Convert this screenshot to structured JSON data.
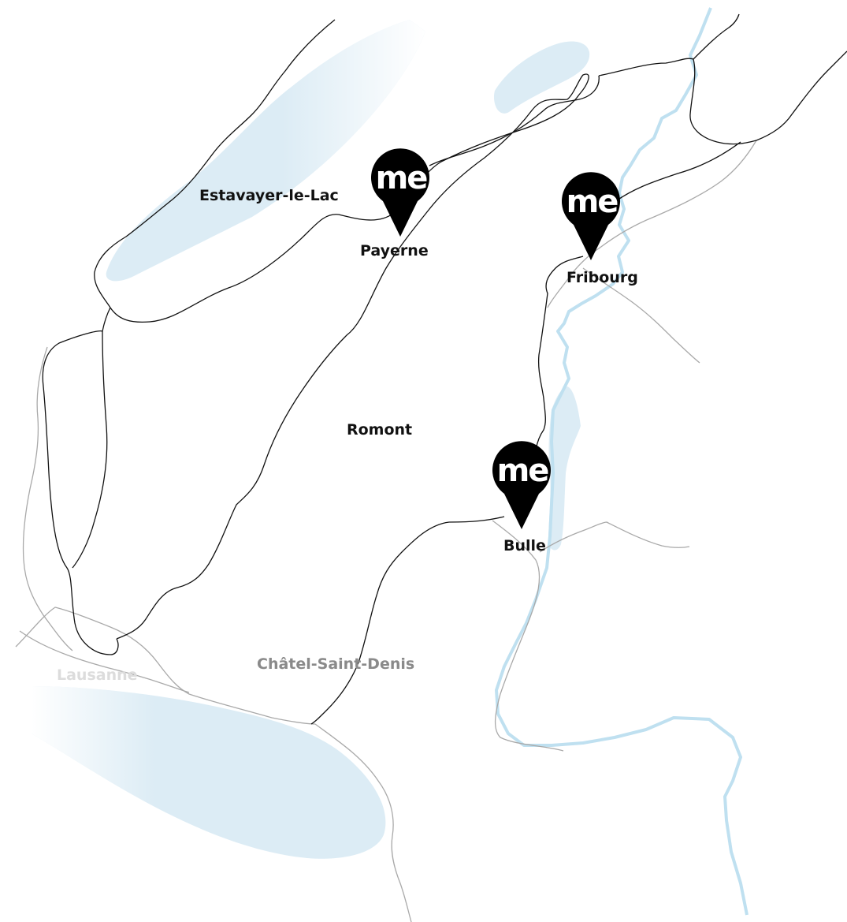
{
  "cities": {
    "estavayer": "Estavayer-le-Lac",
    "payerne": "Payerne",
    "fribourg": "Fribourg",
    "romont": "Romont",
    "bulle": "Bulle",
    "chatel": "Châtel-Saint-Denis",
    "lausanne": "Lausanne"
  },
  "markers": {
    "label": "me",
    "locations": [
      "Payerne",
      "Fribourg",
      "Bulle"
    ]
  },
  "colors": {
    "road": "#111111",
    "minor_road": "#a9a9a9",
    "water": "#dcecf5",
    "river": "#bfe0f0",
    "pin": "#000000",
    "label_dark": "#111111",
    "label_grey": "#8a8a8a",
    "label_light": "#dcdcdc"
  }
}
